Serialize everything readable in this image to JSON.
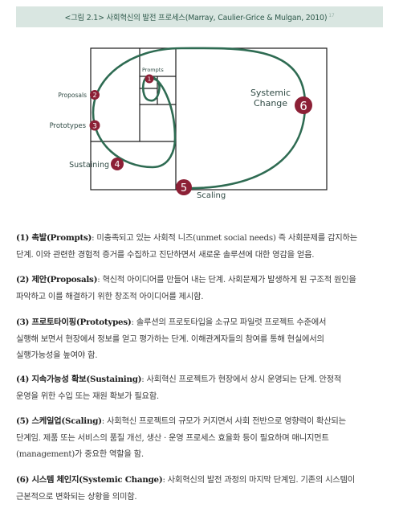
{
  "caption": {
    "text": "<그림 2.1> 사회혁신의 발전 프로세스(Marray, Caulier-Grice & Mulgan, 2010)",
    "note": "17"
  },
  "diagram": {
    "labels": {
      "prompts": "Prompts",
      "proposals": "Proposals",
      "prototypes": "Prototypes",
      "sustaining": "Sustaining",
      "scaling": "Scaling",
      "systemic_line1": "Systemic",
      "systemic_line2": "Change"
    },
    "badges": [
      "1",
      "2",
      "3",
      "4",
      "5",
      "6"
    ],
    "colors": {
      "spiral": "#2e6b52",
      "badge": "#8c2036",
      "grid": "#1a1a1a"
    }
  },
  "items": [
    {
      "head": "(1) 촉발(Prompts)",
      "lines": [
        ": 미충족되고 있는 사회적 니즈(unmet social needs) 즉 사회문제를 감지하는",
        "단계. 이와 관련한 경험적 증거를 수집하고 진단하면서 새로운 솔루션에 대한 영감을 얻음."
      ]
    },
    {
      "head": "(2) 제안(Proposals)",
      "lines": [
        ": 혁신적 아이디어를 만들어 내는 단계. 사회문제가 발생하게 된 구조적 원인을",
        "파악하고 이를 해결하기 위한 창조적 아이디어를 제시함."
      ]
    },
    {
      "head": "(3) 프로토타이핑(Prototypes)",
      "lines": [
        ": 솔루션의 프로토타입을 소규모 파일럿 프로젝트 수준에서",
        "실행해 보면서 현장에서 정보를 얻고 평가하는 단계. 이해관계자들의 참여를 통해 현실에서의",
        "실행가능성을 높여야 함."
      ]
    },
    {
      "head": "(4) 지속가능성 확보(Sustaining)",
      "lines": [
        ": 사회혁신 프로젝트가 현장에서 상시 운영되는 단계. 안정적",
        "운영을 위한 수입 또는 재원 확보가 필요함."
      ]
    },
    {
      "head": "(5) 스케일업(Scaling)",
      "lines": [
        ": 사회혁신 프로젝트의 규모가 커지면서 사회 전반으로 영향력이 확산되는",
        "단계임. 제품 또는 서비스의 품질 개선, 생산 · 운영 프로세스 효율화 등이 필요하며 매니지먼트",
        "(management)가 중요한 역할을 함."
      ]
    },
    {
      "head": "(6) 시스템 체인지(Systemic Change)",
      "lines": [
        ": 사회혁신의 발전 과정의 마지막 단계임. 기존의 시스템이",
        "근본적으로 변화되는 상황을 의미함."
      ]
    }
  ]
}
